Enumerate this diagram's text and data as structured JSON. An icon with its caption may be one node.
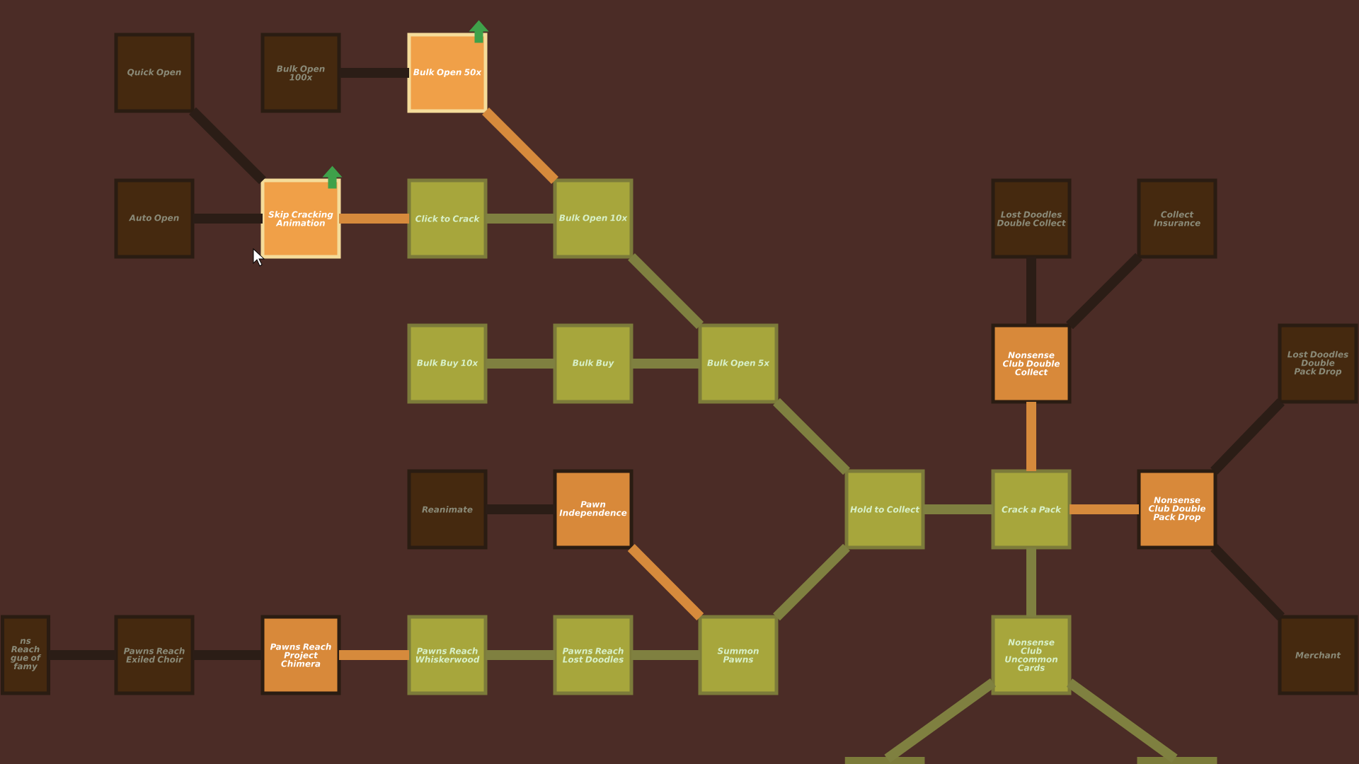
{
  "diagram": {
    "nodes": [
      {
        "text": [
          "Quick Open"
        ]
      },
      {
        "text": [
          "Bulk Open 100x"
        ]
      },
      {
        "text": [
          "Bulk Open 50x"
        ]
      },
      {
        "text": [
          "Auto Open"
        ]
      },
      {
        "text": [
          "Skip Cracking Animation"
        ]
      },
      {
        "text": [
          "Click to Crack"
        ]
      },
      {
        "text": [
          "Bulk Open 10x"
        ]
      },
      {
        "text": [
          "Lost Doodles Double Collect"
        ]
      },
      {
        "text": [
          "Collect Insurance"
        ]
      },
      {
        "text": [
          "Bulk Buy 10x"
        ]
      },
      {
        "text": [
          "Bulk Buy"
        ]
      },
      {
        "text": [
          "Bulk Open 5x"
        ]
      },
      {
        "text": [
          "Nonsense Club Double Collect"
        ]
      },
      {
        "text": [
          "Lost Doodles Double Pack Drop"
        ]
      },
      {
        "text": [
          "Reanimate"
        ]
      },
      {
        "text": [
          "Pawn Independence"
        ]
      },
      {
        "text": [
          "Hold to Collect"
        ]
      },
      {
        "text": [
          "Crack a Pack"
        ]
      },
      {
        "text": [
          "Nonsense Club Double Pack Drop"
        ]
      },
      {
        "text": [
          "ns Reach gue of famy"
        ]
      },
      {
        "text": [
          "Pawns Reach Exiled Choir"
        ]
      },
      {
        "text": [
          "Pawns Reach Project Chimera"
        ]
      },
      {
        "text": [
          "Pawns Reach Whiskerwood"
        ]
      },
      {
        "text": [
          "Pawns Reach Lost Doodles"
        ]
      },
      {
        "text": [
          "Summon Pawns"
        ]
      },
      {
        "text": [
          "Nonsense Club Uncommon Cards"
        ]
      },
      {
        "text": [
          "Merchant"
        ]
      },
      {
        "text": [],
        "shape": "box"
      },
      {
        "text": [],
        "shape": "box"
      }
    ],
    "edges": [
      {
        "from": 0,
        "to": 4,
        "arrow": "none",
        "color": "#2b1d16"
      },
      {
        "from": 1,
        "to": 2,
        "arrow": "none",
        "color": "#2b1d16"
      },
      {
        "from": 2,
        "to": 6,
        "arrow": "none",
        "color": "#d68a3c"
      },
      {
        "from": 3,
        "to": 4,
        "arrow": "none",
        "color": "#2b1d16"
      },
      {
        "from": 4,
        "to": 5,
        "arrow": "none",
        "color": "#d68a3c"
      },
      {
        "from": 5,
        "to": 6,
        "arrow": "none"
      },
      {
        "from": 6,
        "to": 11,
        "arrow": "none"
      },
      {
        "from": 7,
        "to": 12,
        "arrow": "none",
        "color": "#2b1d16"
      },
      {
        "from": 8,
        "to": 12,
        "arrow": "none",
        "color": "#2b1d16"
      },
      {
        "from": 9,
        "to": 10,
        "arrow": "none"
      },
      {
        "from": 10,
        "to": 11,
        "arrow": "none"
      },
      {
        "from": 11,
        "to": 16,
        "arrow": "none"
      },
      {
        "from": 12,
        "to": 17,
        "arrow": "none",
        "color": "#d68a3c"
      },
      {
        "from": 13,
        "to": 18,
        "arrow": "none",
        "color": "#2b1d16"
      },
      {
        "from": 14,
        "to": 15,
        "arrow": "none",
        "color": "#2b1d16"
      },
      {
        "from": 15,
        "to": 24,
        "arrow": "none",
        "color": "#d68a3c"
      },
      {
        "from": 16,
        "to": 17,
        "arrow": "none"
      },
      {
        "from": 17,
        "to": 18,
        "arrow": "none",
        "color": "#d68a3c"
      },
      {
        "from": 17,
        "to": 25,
        "arrow": "none"
      },
      {
        "from": 18,
        "to": 26,
        "arrow": "none",
        "color": "#2b1d16"
      },
      {
        "from": 19,
        "to": 20,
        "arrow": "none",
        "color": "#2b1d16"
      },
      {
        "from": 20,
        "to": 21,
        "arrow": "none",
        "color": "#2b1d16"
      },
      {
        "from": 21,
        "to": 22,
        "arrow": "none",
        "color": "#d68a3c"
      },
      {
        "from": 22,
        "to": 23,
        "arrow": "none"
      },
      {
        "from": 23,
        "to": 24,
        "arrow": "none"
      },
      {
        "from": 24,
        "to": 16,
        "arrow": "none"
      },
      {
        "from": 25,
        "to": 27,
        "arrow": "none"
      },
      {
        "from": 25,
        "to": 28,
        "arrow": "none"
      }
    ]
  }
}
